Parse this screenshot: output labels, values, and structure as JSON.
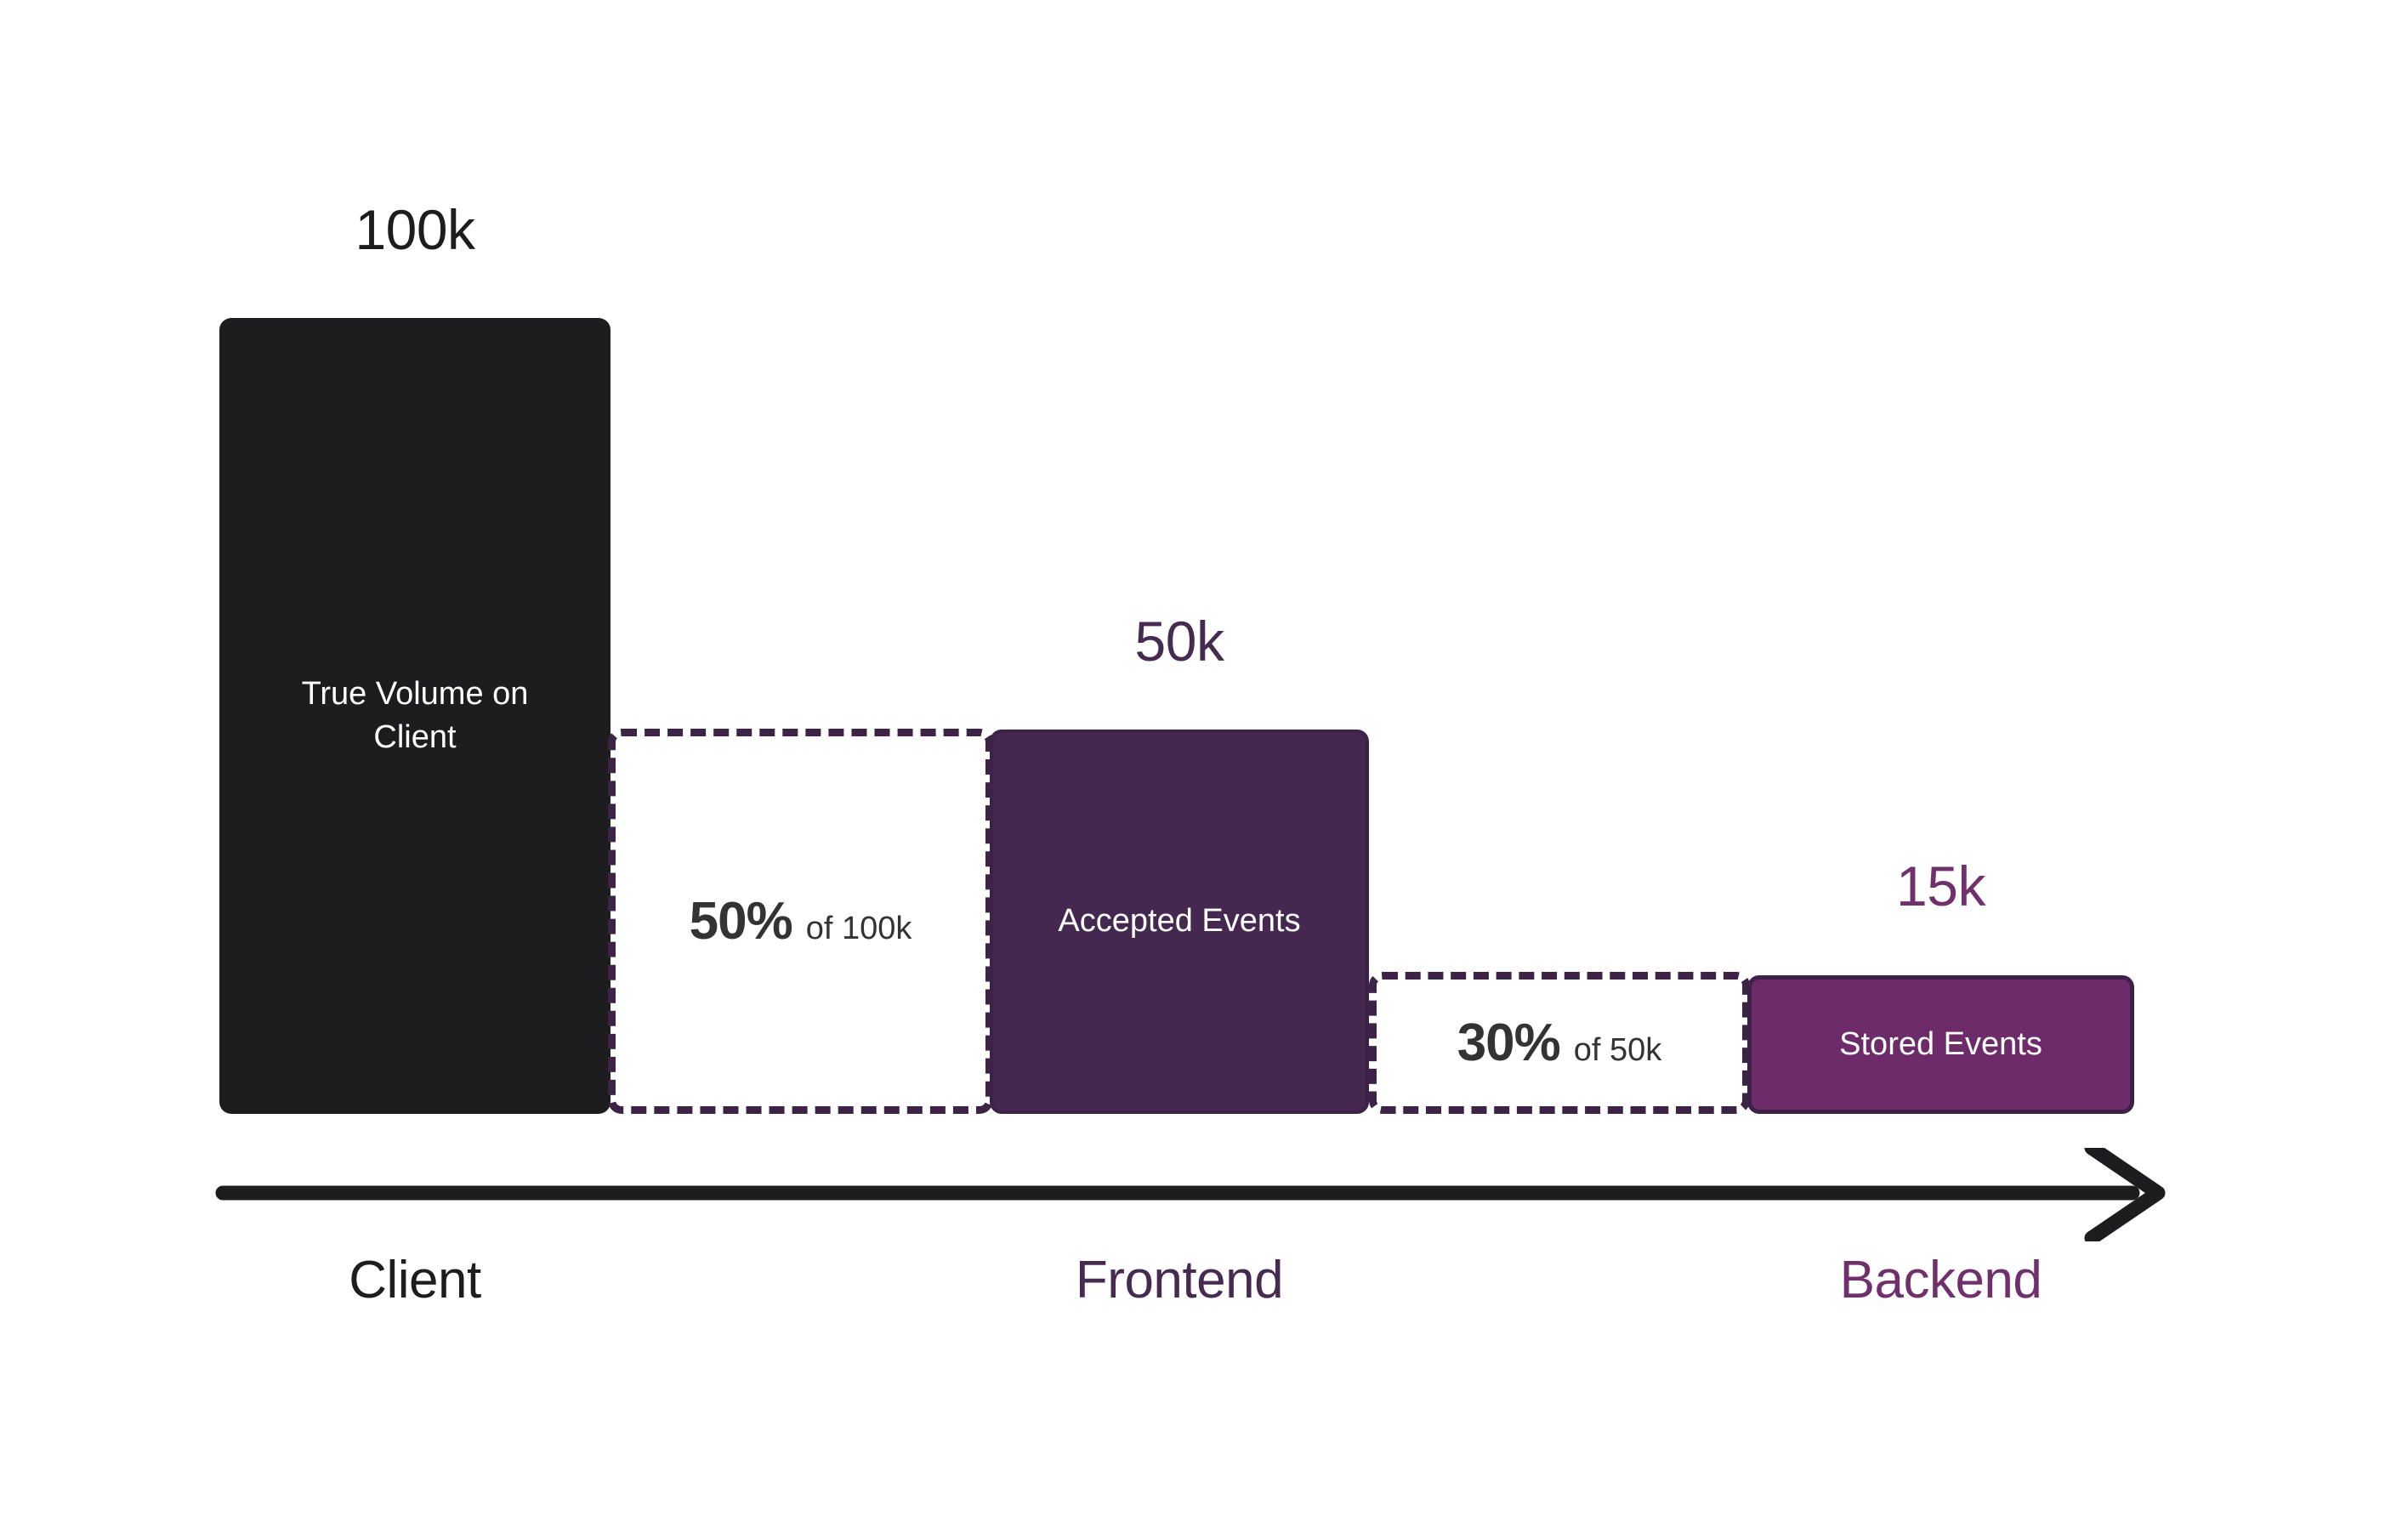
{
  "chart_data": {
    "type": "bar",
    "title": "",
    "subtitle": "",
    "xlabel": "",
    "ylabel": "",
    "grid": false,
    "legend": "none",
    "categories": [
      "Client",
      "Frontend",
      "Backend"
    ],
    "values": [
      100000,
      50000,
      15000
    ],
    "value_labels": [
      "100k",
      "50k",
      "15k"
    ],
    "bar_labels": [
      "True Volume on Client",
      "Accepted Events",
      "Stored Events"
    ],
    "dropoffs": [
      {
        "percent": "50%",
        "of": "of 100k",
        "from": "Client",
        "to": "Frontend",
        "retained": 50000
      },
      {
        "percent": "30%",
        "of": "of 50k",
        "from": "Frontend",
        "to": "Backend",
        "retained": 15000
      }
    ],
    "axis_direction": "left-to-right",
    "colors": {
      "client_bar": "#1D1D1F",
      "frontend_bar": "#45284F",
      "backend_bar": "#6D2B69",
      "dashed_border": "#3D2447",
      "axis": "#1D1D1F",
      "background": "#FFFFFF"
    }
  },
  "bars": [
    {
      "id": "client",
      "value_label": "100k",
      "bar_label": "True Volume on Client",
      "stage_label": "Client",
      "color": "#1D1D1F",
      "label_color": "#1D1D1F"
    },
    {
      "id": "frontend",
      "value_label": "50k",
      "bar_label": "Accepted Events",
      "stage_label": "Frontend",
      "color": "#45284F",
      "label_color": "#452B50"
    },
    {
      "id": "backend",
      "value_label": "15k",
      "bar_label": "Stored Events",
      "stage_label": "Backend",
      "color": "#6D2B69",
      "label_color": "#70306C"
    }
  ],
  "dropoffs": [
    {
      "id": "client-to-frontend",
      "percent": "50%",
      "of_label": "of 100k"
    },
    {
      "id": "frontend-to-backend",
      "percent": "30%",
      "of_label": "of 50k"
    }
  ],
  "axis": {
    "icon": "arrow-right-icon",
    "color": "#1D1D1F"
  }
}
